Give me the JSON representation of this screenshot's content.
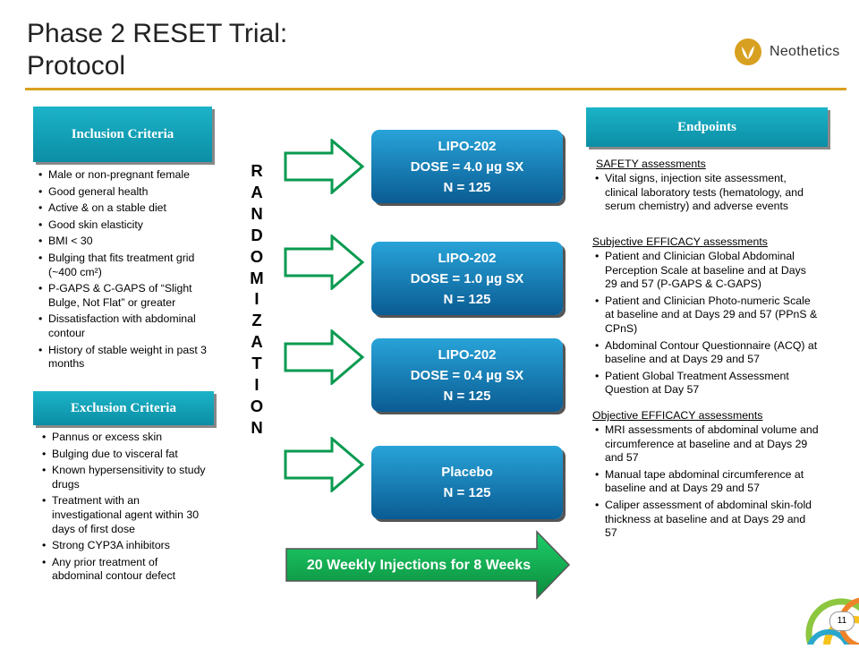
{
  "title": {
    "line1": "Phase 2 RESET Trial:",
    "line2": "Protocol"
  },
  "brand": {
    "name": "Neothetics",
    "accent": "#d8a020",
    "logo_icon": "leaf-logo-icon"
  },
  "inclusion": {
    "header": "Inclusion Criteria",
    "items": [
      "Male or non-pregnant female",
      "Good general health",
      "Active & on a stable diet",
      "Good skin elasticity",
      "BMI < 30",
      "Bulging that fits treatment grid (~400 cm²)",
      "P-GAPS & C-GAPS of “Slight Bulge, Not Flat” or greater",
      "Dissatisfaction with abdominal contour",
      "History of stable weight in past 3 months"
    ]
  },
  "exclusion": {
    "header": "Exclusion Criteria",
    "items": [
      "Pannus or excess skin",
      "Bulging due to visceral fat",
      "Known hypersensitivity to study drugs",
      "Treatment with an investigational agent within 30 days of first dose",
      "Strong CYP3A inhibitors",
      "Any prior treatment of abdominal contour defect"
    ]
  },
  "randomization": [
    "R",
    "A",
    "N",
    "D",
    "O",
    "M",
    "I",
    "Z",
    "A",
    "T",
    "I",
    "O",
    "N"
  ],
  "arms": [
    {
      "name": "LIPO-202",
      "dose": "DOSE = 4.0 µg SX",
      "n": "N = 125"
    },
    {
      "name": "LIPO-202",
      "dose": "DOSE = 1.0 µg SX",
      "n": "N = 125"
    },
    {
      "name": "LIPO-202",
      "dose": "DOSE = 0.4 µg SX",
      "n": "N = 125"
    },
    {
      "name": "Placebo",
      "n": "N = 125"
    }
  ],
  "duration_label": "20 Weekly Injections for 8 Weeks",
  "endpoints": {
    "header": "Endpoints",
    "safety_heading": "SAFETY assessments",
    "safety_items": [
      "Vital signs, injection site assessment, clinical laboratory tests (hematology, and serum chemistry) and adverse events"
    ],
    "subjective_heading": "Subjective EFFICACY assessments",
    "subjective_items": [
      "Patient and Clinician Global Abdominal Perception Scale at baseline and at Days 29 and 57 (P-GAPS & C-GAPS)",
      "Patient and Clinician Photo-numeric Scale at baseline and at Days 29 and 57 (PPnS & CPnS)",
      "Abdominal Contour Questionnaire (ACQ) at baseline and at Days 29 and 57",
      "Patient Global Treatment Assessment Question at Day 57"
    ],
    "objective_heading": "Objective EFFICACY assessments",
    "objective_items": [
      "MRI assessments of abdominal volume and circumference at baseline and at Days 29 and 57",
      "Manual tape abdominal circumference at baseline and at Days 29 and 57",
      "Caliper assessment of abdominal skin-fold thickness at baseline and at Days 29 and 57"
    ]
  },
  "page_number": "11"
}
